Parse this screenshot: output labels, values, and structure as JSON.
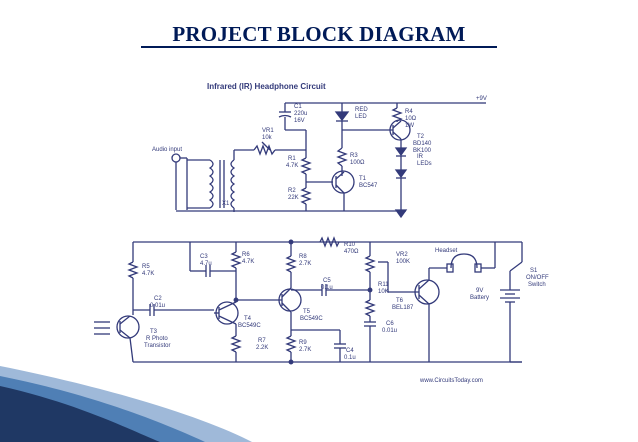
{
  "slide": {
    "title": "PROJECT BLOCK DIAGRAM"
  },
  "circuit": {
    "heading": "Infrared (IR) Headphone Circuit",
    "website": "www.CircuitsToday.com",
    "labels": {
      "c1_name": "C1",
      "c1_val1": "220u",
      "c1_val2": "16V",
      "red_led_1": "RED",
      "red_led_2": "LED",
      "r4_name": "R4",
      "r4_val1": "10Ω",
      "r4_val2": "1W",
      "plus9v": "+9V",
      "t2_name": "T2",
      "t2_val1": "BD140",
      "t2_val2": "BK100",
      "ir_1": "IR",
      "ir_2": "LEDs",
      "audio_input": "Audio input",
      "vr1_name": "VR1",
      "vr1_val": "10k",
      "r1_name": "R1",
      "r1_val": "4.7K",
      "r2_name": "R2",
      "r2_val": "22K",
      "r3_name": "R3",
      "r3_val": "100Ω",
      "t1_name": "T1",
      "t1_val": "BC547",
      "x1": "X1",
      "r5_name": "R5",
      "r5_val": "4.7K",
      "c3_name": "C3",
      "c3_val": "4.7u",
      "r6_name": "R6",
      "r6_val": "4.7K",
      "r8_name": "R8",
      "r8_val": "2.7K",
      "r10_name": "R10",
      "r10_val": "470Ω",
      "vr2_name": "VR2",
      "vr2_val": "100K",
      "headset": "Headset",
      "s1_name": "S1",
      "s1_val1": "ON/OFF",
      "s1_val2": "Switch",
      "c2_name": "C2",
      "c2_val": "0.01u",
      "c5_name": "C5",
      "c5_val": "0.1u",
      "r11_name": "R11",
      "r11_val": "10K",
      "t6_name": "T6",
      "t6_val": "BEL187",
      "bat_1": "9V",
      "bat_2": "Battery",
      "t5_name": "T5",
      "t5_val": "BC549C",
      "t4_name": "T4",
      "t4_val": "BC549C",
      "t3_name": "T3",
      "t3_val1": "R Photo",
      "t3_val2": "Transistor",
      "r7_name": "R7",
      "r7_val": "2.2K",
      "r9_name": "R9",
      "r9_val": "2.7K",
      "c4_name": "C4",
      "c4_val": "0.1u",
      "c6_name": "C6",
      "c6_val": "0.01u"
    }
  },
  "colors": {
    "title": "#001a57",
    "wire": "#333a7a",
    "accent_dark": "#1f3864",
    "accent_mid": "#4f7fb5",
    "accent_light": "#9fb9d9"
  }
}
